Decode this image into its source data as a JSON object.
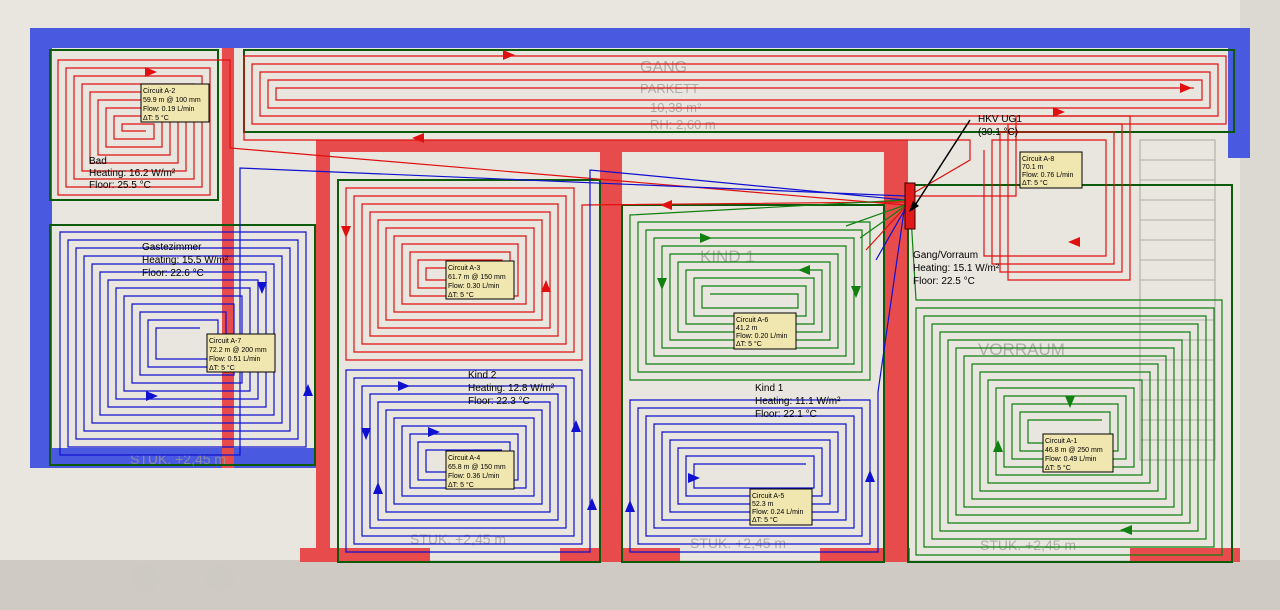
{
  "colors": {
    "outer_wall": "#4a5ae0",
    "red_wall": "#e84b4b",
    "zone_border": "#0b5b0b",
    "circuit_red": "#e01010",
    "circuit_blue": "#1010d0",
    "circuit_green": "#108010",
    "label_fill": "#f0e6b0",
    "manifold": "#e01a1a"
  },
  "manifold": {
    "name": "HKV UG1",
    "temp": "(30.1 °C)"
  },
  "rooms": [
    {
      "name": "Bad",
      "heating": "Heating: 16.2 W/m²",
      "floor": "Floor: 25.5 °C"
    },
    {
      "name": "Gastezimmer",
      "heating": "Heating: 15.5 W/m²",
      "floor": "Floor: 22.6 °C"
    },
    {
      "name": "Kind 2",
      "heating": "Heating: 12.8 W/m²",
      "floor": "Floor: 22.3 °C"
    },
    {
      "name": "Kind 1",
      "heating": "Heating: 11.1 W/m²",
      "floor": "Floor: 22.1 °C"
    },
    {
      "name": "Gang/Vorraum",
      "heating": "Heating: 15.1 W/m²",
      "floor": "Floor: 22.5 °C"
    }
  ],
  "circuits": [
    {
      "name": "Circuit A-2",
      "length": "59.9 m @ 100 mm",
      "flow": "Flow: 0.19 L/min",
      "dt": "ΔT: 5 °C"
    },
    {
      "name": "Circuit A-3",
      "length": "61.7 m @ 150 mm",
      "flow": "Flow: 0.30 L/min",
      "dt": "ΔT: 5 °C"
    },
    {
      "name": "Circuit A-7",
      "length": "72.2 m @ 200 mm",
      "flow": "Flow: 0.51 L/min",
      "dt": "ΔT: 5 °C"
    },
    {
      "name": "Circuit A-4",
      "length": "65.8 m @ 150 mm",
      "flow": "Flow: 0.36 L/min",
      "dt": "ΔT: 5 °C"
    },
    {
      "name": "Circuit A-6",
      "length": "41.2 m",
      "flow": "Flow: 0.20 L/min",
      "dt": "ΔT: 5 °C"
    },
    {
      "name": "Circuit A-5",
      "length": "52.3 m",
      "flow": "Flow: 0.24 L/min",
      "dt": "ΔT: 5 °C"
    },
    {
      "name": "Circuit A-8",
      "length": "70.1 m",
      "flow": "Flow: 0.76 L/min",
      "dt": "ΔT: 5 °C"
    },
    {
      "name": "Circuit A-1",
      "length": "46.8 m @ 250 mm",
      "flow": "Flow: 0.49 L/min",
      "dt": "ΔT: 5 °C"
    }
  ],
  "plan_text": {
    "gang": "GANG",
    "parkett": "PARKETT",
    "gang_area": "10,38 m²",
    "gang_rh": "RH: 2,60 m",
    "kind1": "KIND 1",
    "vorraum": "VORRAUM",
    "stuk1": "STUK. +2,45 m",
    "stuk2": "STUK. +2,45 m",
    "stuk3": "STUK. +2,45 m",
    "stuk4": "STUK. +2,45 m"
  }
}
